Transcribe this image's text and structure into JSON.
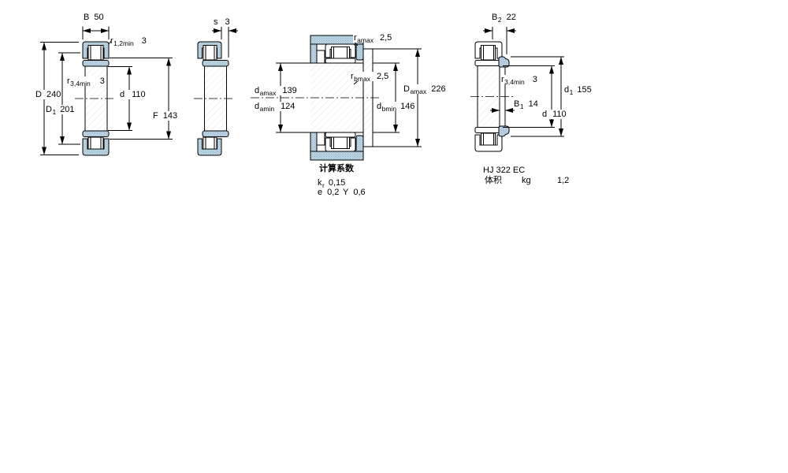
{
  "colors": {
    "part_fill": "#bdd4e3",
    "part_fill_dot": "#8fb4cb",
    "outline": "#000000"
  },
  "views": {
    "v1": {
      "name": "cylindrical roller bearing cross-section",
      "dims": {
        "B": {
          "base": "B",
          "value": "50"
        },
        "r12": {
          "base": "r",
          "sub": "1,2min",
          "value": "3"
        },
        "r34": {
          "base": "r",
          "sub": "3,4min",
          "value": "3"
        },
        "D": {
          "base": "D",
          "value": "240"
        },
        "D1": {
          "base": "D",
          "sub": "1",
          "value": "201"
        },
        "d": {
          "base": "d",
          "value": "110"
        },
        "F": {
          "base": "F",
          "value": "143"
        }
      }
    },
    "v2": {
      "name": "axial displacement section",
      "dims": {
        "s": {
          "base": "s",
          "value": "3"
        }
      }
    },
    "v3": {
      "name": "abutment and fillet dimensions",
      "dims": {
        "ramax": {
          "base": "r",
          "sub": "amax",
          "value": "2,5"
        },
        "rbmax": {
          "base": "r",
          "sub": "bmax",
          "value": "2,5"
        },
        "damax": {
          "base": "d",
          "sub": "amax",
          "value": "139"
        },
        "damin": {
          "base": "d",
          "sub": "amin",
          "value": "124"
        },
        "Damax": {
          "base": "D",
          "sub": "amax",
          "value": "226"
        },
        "dbmin": {
          "base": "d",
          "sub": "bmin",
          "value": "146"
        }
      },
      "calc": {
        "title": "计算系数",
        "kr": {
          "base": "k",
          "sub": "r",
          "value": "0,15"
        },
        "e": {
          "base": "e",
          "value": "0,2"
        },
        "Y": {
          "base": "Y",
          "value": "0,6"
        }
      }
    },
    "v4": {
      "name": "bearing with HJ angle ring",
      "dims": {
        "B2": {
          "base": "B",
          "sub": "2",
          "value": "22"
        },
        "r34": {
          "base": "r",
          "sub": "3,4min",
          "value": "3"
        },
        "B1": {
          "base": "B",
          "sub": "1",
          "value": "14"
        },
        "d": {
          "base": "d",
          "value": "110"
        },
        "d1": {
          "base": "d",
          "sub": "1",
          "value": "155"
        }
      },
      "info": {
        "designation": "HJ 322 EC",
        "mass_label": "体积",
        "mass_unit": "kg",
        "mass_value": "1,2"
      }
    }
  }
}
